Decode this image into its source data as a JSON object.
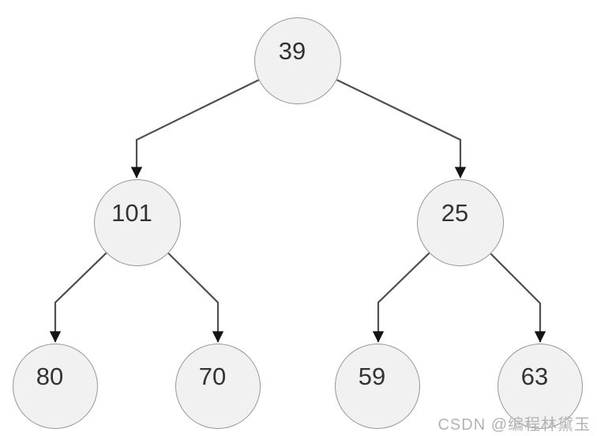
{
  "tree": {
    "type": "binary-tree",
    "nodes": [
      {
        "id": "n39",
        "value": "39",
        "level": 1
      },
      {
        "id": "n101",
        "value": "101",
        "level": 2
      },
      {
        "id": "n25",
        "value": "25",
        "level": 2
      },
      {
        "id": "n80",
        "value": "80",
        "level": 3
      },
      {
        "id": "n70",
        "value": "70",
        "level": 3
      },
      {
        "id": "n59",
        "value": "59",
        "level": 3
      },
      {
        "id": "n63",
        "value": "63",
        "level": 3
      }
    ],
    "edges": [
      {
        "from": "39",
        "to": "101"
      },
      {
        "from": "39",
        "to": "25"
      },
      {
        "from": "101",
        "to": "80"
      },
      {
        "from": "101",
        "to": "70"
      },
      {
        "from": "25",
        "to": "59"
      },
      {
        "from": "25",
        "to": "63"
      }
    ],
    "colors": {
      "node_fill": "#f1f1f1",
      "node_border": "#979797",
      "node_text": "#333333",
      "edge_line": "#4f4f4f",
      "arrow_head": "#141414",
      "background": "#ffffff"
    }
  },
  "watermark": {
    "text": "CSDN @编程林黛玉",
    "color": "#b3b3b3"
  }
}
